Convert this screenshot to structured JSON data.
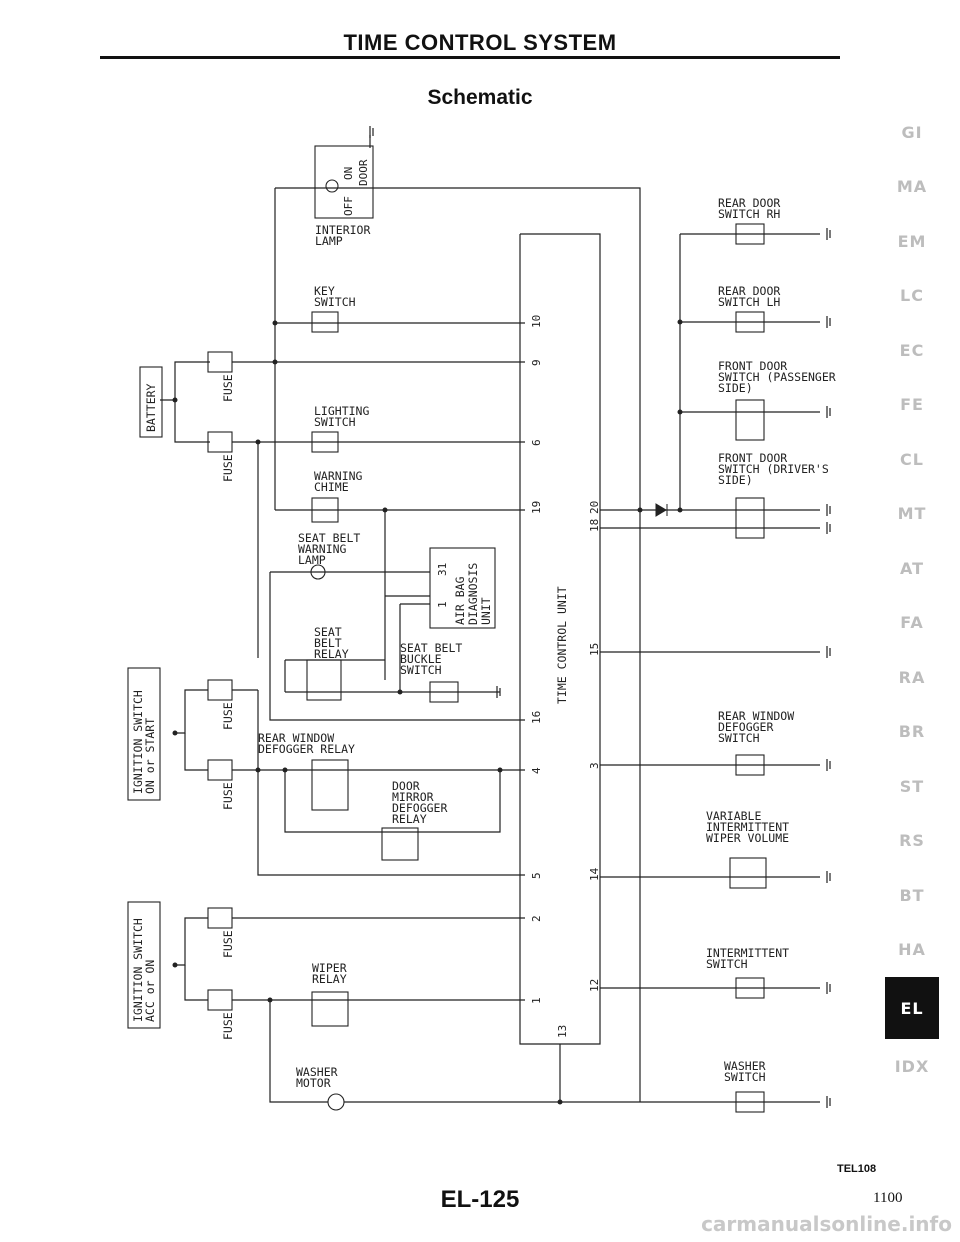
{
  "header": {
    "title": "TIME CONTROL SYSTEM",
    "subtitle": "Schematic"
  },
  "components": {
    "interior_lamp": "INTERIOR\nLAMP",
    "interior_switch_on": "ON",
    "interior_switch_door": "DOOR",
    "interior_switch_off": "OFF",
    "key_switch": "KEY\nSWITCH",
    "battery": "BATTERY",
    "fuse": "FUSE",
    "lighting_switch": "LIGHTING\nSWITCH",
    "warning_chime": "WARNING\nCHIME",
    "seat_belt_warning_lamp": "SEAT BELT\nWARNING\nLAMP",
    "air_bag_unit": "AIR BAG\nDIAGNOSIS\nUNIT",
    "seat_belt_relay": "SEAT\nBELT\nRELAY",
    "seat_belt_buckle_switch": "SEAT BELT\nBUCKLE\nSWITCH",
    "ignition_on_start": "IGNITION SWITCH\nON or START",
    "rear_window_defogger_relay": "REAR WINDOW\nDEFOGGER RELAY",
    "door_mirror_defogger_relay": "DOOR\nMIRROR\nDEFOGGER\nRELAY",
    "ignition_acc_on": "IGNITION SWITCH\nACC or ON",
    "wiper_relay": "WIPER\nRELAY",
    "washer_motor": "WASHER\nMOTOR",
    "time_control_unit": "TIME CONTROL UNIT",
    "rear_door_switch_rh": "REAR DOOR\nSWITCH RH",
    "rear_door_switch_lh": "REAR DOOR\nSWITCH LH",
    "front_door_switch_passenger": "FRONT DOOR\nSWITCH (PASSENGER\nSIDE)",
    "front_door_switch_driver": "FRONT DOOR\nSWITCH (DRIVER'S\nSIDE)",
    "rear_window_defogger_switch": "REAR WINDOW\nDEFOGGER\nSWITCH",
    "variable_wiper_volume": "VARIABLE\nINTERMITTENT\nWIPER VOLUME",
    "intermittent_switch": "INTERMITTENT\nSWITCH",
    "washer_switch": "WASHER\nSWITCH"
  },
  "pins": {
    "left": [
      "10",
      "9",
      "6",
      "19",
      "16",
      "4",
      "5",
      "2",
      "1"
    ],
    "right": [
      "20",
      "18",
      "15",
      "3",
      "14",
      "12",
      "13"
    ],
    "air_bag": [
      "31",
      "1"
    ]
  },
  "sidebar": {
    "sections": [
      "GI",
      "MA",
      "EM",
      "LC",
      "EC",
      "FE",
      "CL",
      "MT",
      "AT",
      "FA",
      "RA",
      "BR",
      "ST",
      "RS",
      "BT",
      "HA",
      "EL",
      "IDX"
    ],
    "active": "EL"
  },
  "footer": {
    "figure_ref": "TEL108",
    "page_label": "EL-125",
    "page_number": "1100",
    "watermark": "carmanualsonline.info"
  }
}
